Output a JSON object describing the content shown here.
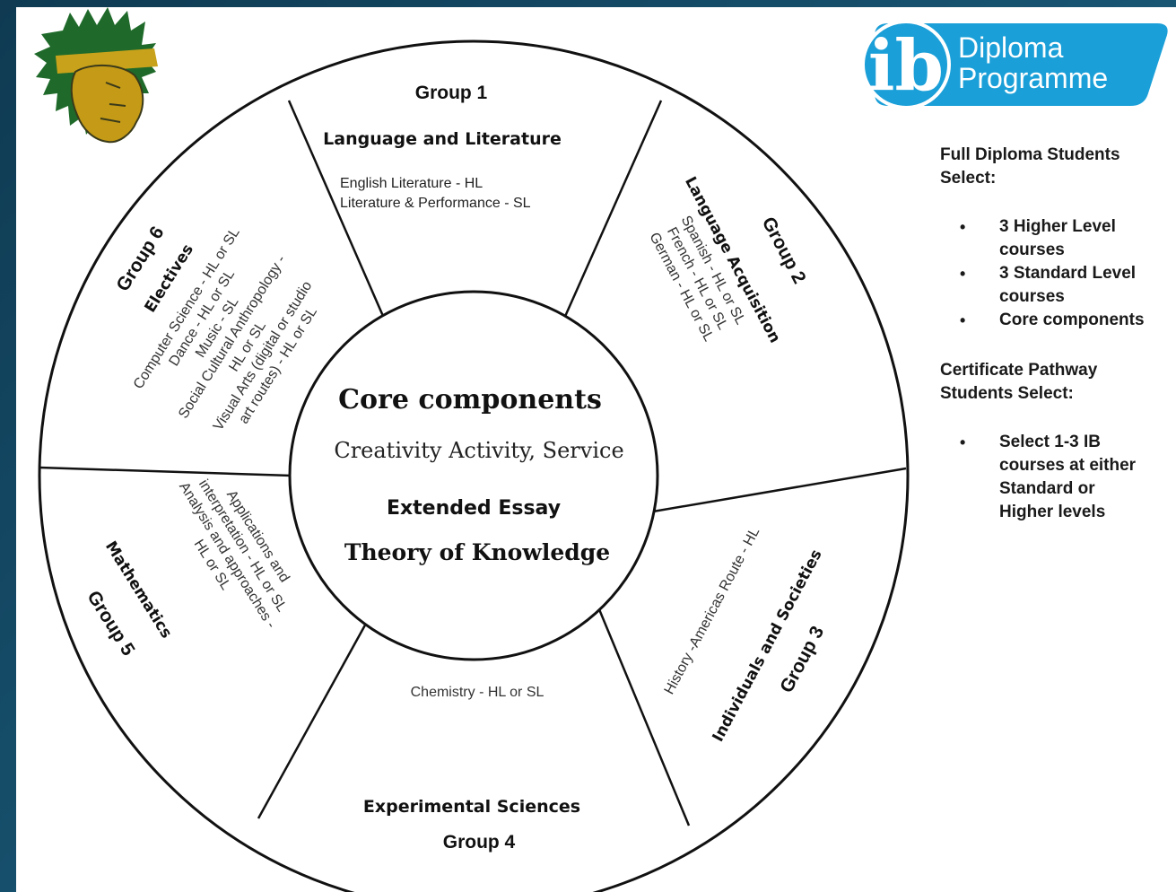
{
  "diagram": {
    "core": {
      "title": "Core components",
      "cas": "Creativity  Activity, Service",
      "essay": "Extended Essay",
      "tok": "Theory of Knowledge"
    },
    "groups": [
      {
        "id": "group1",
        "number": "Group 1",
        "name": "Language and Literature",
        "courses": [
          "English Literature - HL",
          "Literature & Performance - SL"
        ]
      },
      {
        "id": "group2",
        "number": "Group 2",
        "name": "Language Acquisition",
        "courses": [
          "Spanish - HL or SL",
          "French - HL or SL",
          "German - HL or SL"
        ]
      },
      {
        "id": "group3",
        "number": "Group 3",
        "name": "Individuals and Societies",
        "courses": [
          "History -Americas Route - HL"
        ]
      },
      {
        "id": "group4",
        "number": "Group 4",
        "name": "Experimental Sciences",
        "courses": [
          "Chemistry  - HL or SL"
        ]
      },
      {
        "id": "group5",
        "number": "Group 5",
        "name": "Mathematics",
        "courses": [
          "Applications and",
          "interpretation - HL or SL",
          "Analysis and approaches -",
          "HL or SL"
        ]
      },
      {
        "id": "group6",
        "number": "Group 6",
        "name": "Electives",
        "courses": [
          "Computer Science - HL or SL",
          "Dance - HL or SL",
          "Music - SL",
          "Social Cultural Anthropology -",
          "HL or SL",
          "Visual Arts (digital or studio",
          "art routes) - HL or SL"
        ]
      }
    ]
  },
  "logo": {
    "line1": "Diploma",
    "line2": "Programme",
    "brand_color": "#1a9fd8"
  },
  "sidebar": {
    "full_heading_1": "Full Diploma Students",
    "full_heading_2": "Select:",
    "full_items": [
      [
        "3 Higher Level",
        "courses"
      ],
      [
        "3 Standard Level",
        "courses"
      ],
      [
        "Core components"
      ]
    ],
    "cert_heading_1": "Certificate Pathway",
    "cert_heading_2": "Students Select:",
    "cert_items": [
      [
        "Select 1-3 IB",
        "courses at either",
        "Standard or",
        "Higher levels"
      ]
    ]
  },
  "icons": {
    "mascot": "warrior-head-icon",
    "ib_logo": "ib-logo-icon"
  }
}
